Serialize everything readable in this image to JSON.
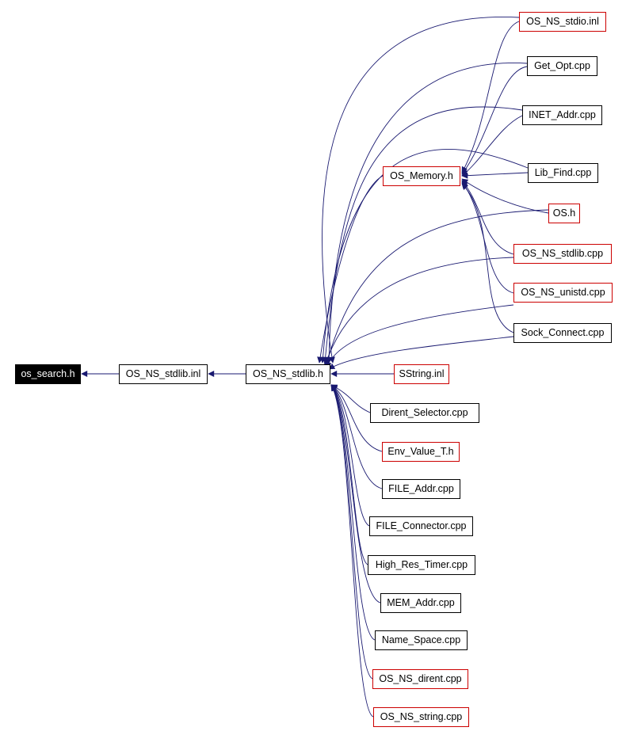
{
  "graph": {
    "colors": {
      "edge": "#191970",
      "root_fill": "#000000",
      "node_border": "#000000",
      "incomplete_border": "#cc0000"
    },
    "root": "os_search.h",
    "level1": "OS_NS_stdlib.inl",
    "level2": "OS_NS_stdlib.h",
    "hub": "OS_Memory.h",
    "top_files": [
      {
        "label": "OS_NS_stdio.inl",
        "red": true
      },
      {
        "label": "Get_Opt.cpp",
        "red": false
      },
      {
        "label": "INET_Addr.cpp",
        "red": false
      },
      {
        "label": "Lib_Find.cpp",
        "red": false
      },
      {
        "label": "OS.h",
        "red": true
      },
      {
        "label": "OS_NS_stdlib.cpp",
        "red": true
      },
      {
        "label": "OS_NS_unistd.cpp",
        "red": true
      },
      {
        "label": "Sock_Connect.cpp",
        "red": false
      }
    ],
    "sstring": {
      "label": "SString.inl",
      "red": true
    },
    "bottom_files": [
      {
        "label": "Dirent_Selector.cpp",
        "red": false
      },
      {
        "label": "Env_Value_T.h",
        "red": true
      },
      {
        "label": "FILE_Addr.cpp",
        "red": false
      },
      {
        "label": "FILE_Connector.cpp",
        "red": false
      },
      {
        "label": "High_Res_Timer.cpp",
        "red": false
      },
      {
        "label": "MEM_Addr.cpp",
        "red": false
      },
      {
        "label": "Name_Space.cpp",
        "red": false
      },
      {
        "label": "OS_NS_dirent.cpp",
        "red": true
      },
      {
        "label": "OS_NS_string.cpp",
        "red": true
      }
    ]
  }
}
